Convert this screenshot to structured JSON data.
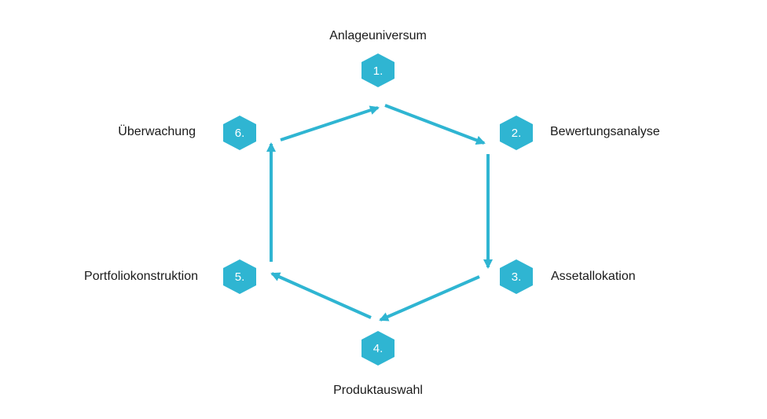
{
  "diagram": {
    "accent_color": "#2fb5d2",
    "arrow_color": "#2fb5d2",
    "text_color": "#1a1a1a",
    "steps": [
      {
        "number": "1.",
        "label": "Anlageuniversum"
      },
      {
        "number": "2.",
        "label": "Bewertungsanalyse"
      },
      {
        "number": "3.",
        "label": "Assetallokation"
      },
      {
        "number": "4.",
        "label": "Produktauswahl"
      },
      {
        "number": "5.",
        "label": "Portfoliokonstruktion"
      },
      {
        "number": "6.",
        "label": "Überwachung"
      }
    ],
    "flow": [
      {
        "from": "1.",
        "to": "2."
      },
      {
        "from": "2.",
        "to": "3."
      },
      {
        "from": "3.",
        "to": "4."
      },
      {
        "from": "4.",
        "to": "5."
      },
      {
        "from": "5.",
        "to": "6."
      },
      {
        "from": "6.",
        "to": "1."
      }
    ]
  }
}
